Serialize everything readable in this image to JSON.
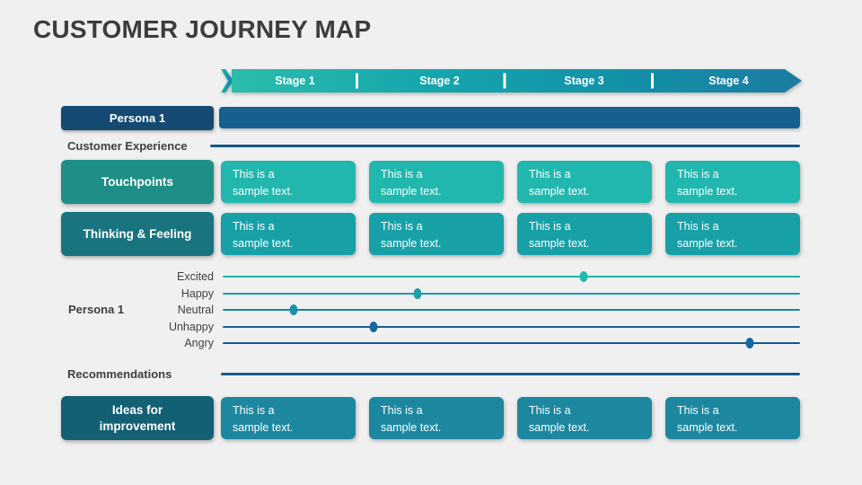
{
  "title": "CUSTOMER JOURNEY MAP",
  "stages": {
    "labels": [
      "Stage 1",
      "Stage 2",
      "Stage 3",
      "Stage 4"
    ]
  },
  "persona_row": {
    "label": "Persona 1"
  },
  "sections": {
    "customer_experience": "Customer Experience",
    "recommendations": "Recommendations"
  },
  "rows": [
    {
      "id": "touchpoints",
      "label": "Touchpoints",
      "cells": [
        "This is a\nsample text.",
        "This is a\nsample text.",
        "This is a\nsample text.",
        "This is a\nsample text."
      ]
    },
    {
      "id": "thinking-feeling",
      "label": "Thinking & Feeling",
      "cells": [
        "This is a\nsample text.",
        "This is a\nsample text.",
        "This is a\nsample text.",
        "This is a\nsample text."
      ]
    },
    {
      "id": "ideas-for-improvement",
      "label": "Ideas for\nimprovement",
      "cells": [
        "This is a\nsample text.",
        "This is a\nsample text.",
        "This is a\nsample text.",
        "This is a\nsample text."
      ]
    }
  ],
  "chart_data": {
    "type": "scatter",
    "title": "Persona 1 emotion journey",
    "persona_label": "Persona 1",
    "y_categories": [
      "Excited",
      "Happy",
      "Neutral",
      "Unhappy",
      "Angry"
    ],
    "x_range_note": "fraction of journey width across Stage 1 - Stage 4",
    "points": [
      {
        "level": "Excited",
        "x_frac": 0.625,
        "near_stage": "Stage 3"
      },
      {
        "level": "Happy",
        "x_frac": 0.337,
        "near_stage": "Stage 2"
      },
      {
        "level": "Neutral",
        "x_frac": 0.123,
        "near_stage": "Stage 1"
      },
      {
        "level": "Unhappy",
        "x_frac": 0.261,
        "near_stage": "Stage 2"
      },
      {
        "level": "Angry",
        "x_frac": 0.913,
        "near_stage": "Stage 4"
      }
    ],
    "line_colors": [
      "#21b3ac",
      "#179cab",
      "#1485a3",
      "#1a5f94",
      "#14568c"
    ],
    "dot_colors": [
      "#21b9ad",
      "#1e9daa",
      "#1a91a8",
      "#16689a",
      "#15679f"
    ],
    "legend_position": "none",
    "grid": "horizontal-lines-only"
  },
  "colors": {
    "background": "#f0f0f1",
    "title_text": "#3d3d3d",
    "banner_gradient": [
      "#2cbcaa",
      "#14a6ad",
      "#1390a7",
      "#1c7ca2"
    ],
    "persona_button": "#144a72",
    "persona_bar": "#15608f",
    "section_divider": "#155a88",
    "row_buttons": [
      "#1e8f86",
      "#19747f",
      "#135f73"
    ],
    "row_cells": [
      "#22b7ae",
      "#18a0a7",
      "#1d87a0"
    ],
    "cell_text": "#ffffff"
  }
}
